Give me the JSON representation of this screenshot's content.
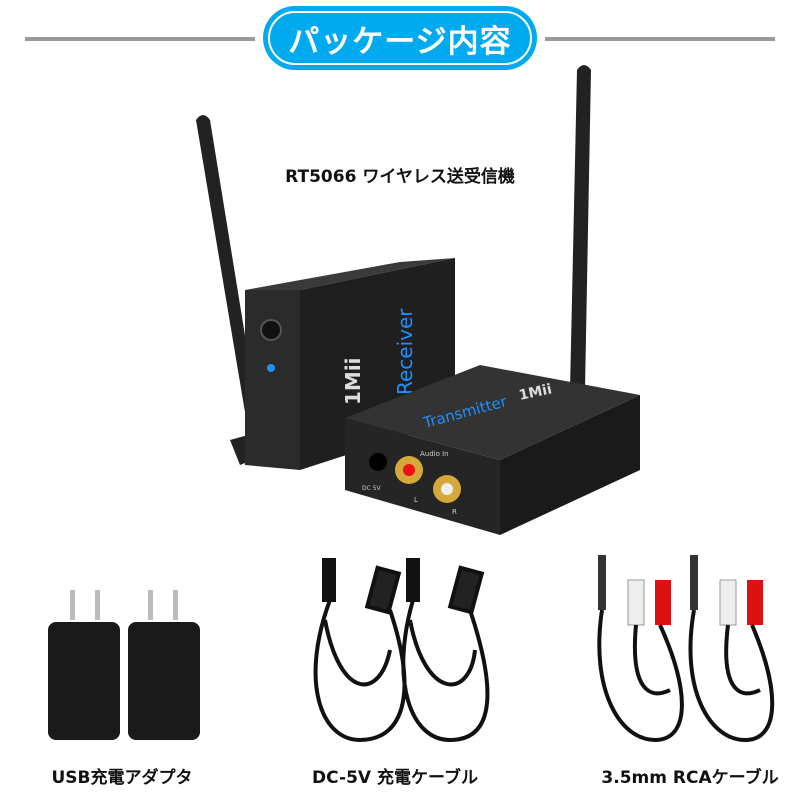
{
  "header": {
    "title": "パッケージ内容"
  },
  "items": [
    {
      "label": "RT5066 ワイヤレス送受信機"
    },
    {
      "label": "USB充電アダプタ"
    },
    {
      "label": "DC-5V 充電ケーブル"
    },
    {
      "label": "3.5mm RCAケーブル"
    }
  ],
  "device_print": {
    "brand": "1Mii",
    "receiver": "Receiver",
    "transmitter": "Transmitter",
    "audio_in": "Audio In",
    "dc": "DC 5V",
    "left": "L",
    "right": "R"
  },
  "colors": {
    "accent": "#00aaee",
    "rule": "#999999"
  }
}
